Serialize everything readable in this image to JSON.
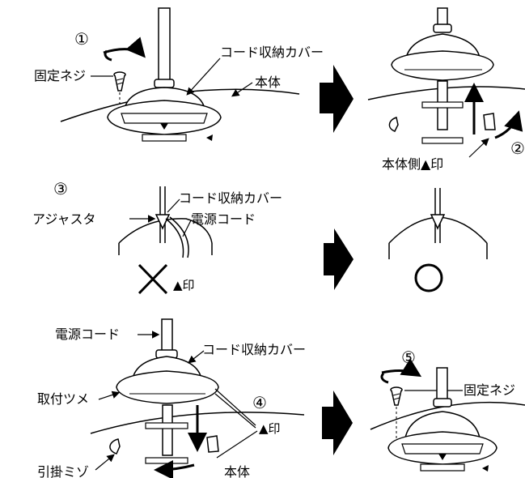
{
  "panel1": {
    "step": "①",
    "screw_label": "固定ネジ",
    "cover_label": "コード収納カバー",
    "body_label": "本体"
  },
  "panel2": {
    "step": "②",
    "mark_label": "本体側▲印"
  },
  "panel3": {
    "step": "③",
    "adjuster_label": "アジャスタ",
    "cover_label": "コード収納カバー",
    "cord_label": "電源コード",
    "wrong_mark": "×",
    "mark_label": "▲印"
  },
  "panel4": {
    "correct_mark": "○"
  },
  "panel5": {
    "cord_label": "電源コード",
    "cover_label": "コード収納カバー",
    "tab_label": "取付ツメ",
    "step": "④",
    "mark_label": "▲印",
    "groove_label": "引掛ミゾ",
    "body_label": "本体"
  },
  "panel6": {
    "step": "⑤",
    "screw_label": "固定ネジ"
  },
  "icons": [
    "rotate-arrow-icon",
    "screw-icon",
    "next-arrow-icon",
    "triangle-mark-icon",
    "wrong-x-icon",
    "correct-circle-icon"
  ]
}
